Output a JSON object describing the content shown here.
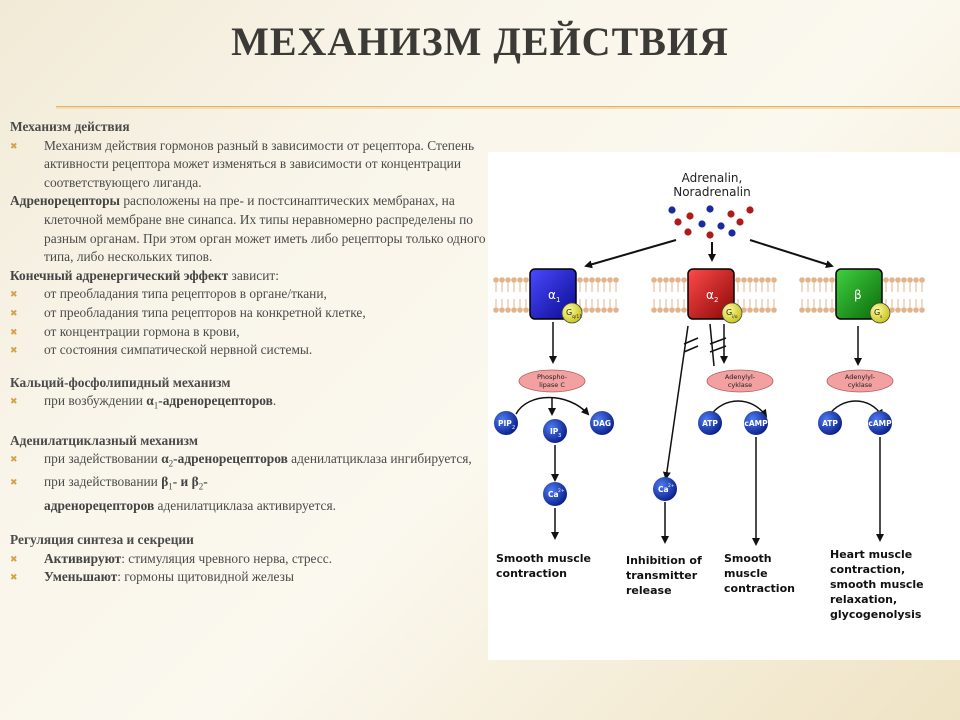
{
  "title": "МЕХАНИЗМ ДЕЙСТВИЯ",
  "left": {
    "s1_head": "Механизм действия",
    "s1_item": "Механизм действия гормонов разный в зависимости от рецептора. Степень активности рецептора может изменяться в зависимости от концентрации соответствующего лиганда.",
    "s2_bold": "Адренорецепторы",
    "s2_text": " расположены на пре- и постсинаптических мембранах, на клеточной мембране вне синапса. Их типы неравномерно распределены по разным органам. При этом орган может иметь либо рецепторы только одного типа, либо нескольких типов.",
    "s3_bold": "Конечный адренергический эффект",
    "s3_text": " зависит:",
    "s3_items": [
      " от преобладания типа рецепторов в органе/ткани,",
      "от преобладания типа рецепторов на конкретной клетке,",
      "от концентрации гормона в крови,",
      "от состояния симпатической нервной системы."
    ],
    "s4_head": "Кальций-фосфолипидный механизм",
    "s4_pre": "при возбуждении ",
    "s4_bold_a": "α",
    "s4_sub": "1",
    "s4_bold_b": "-адренорецепторов",
    "s4_post": ".",
    "s5_head": "Аденилатциклазный механизм",
    "s5_i1_pre": "при задействовании ",
    "s5_i1_bold_a": "α",
    "s5_i1_sub": "2",
    "s5_i1_bold_b": "-адренорецепторов",
    "s5_i1_post": " аденилатциклаза ингибируется,",
    "s5_i2_pre": "при задействовании ",
    "s5_i2_bold_a": "β",
    "s5_i2_sub_a": "1",
    "s5_i2_bold_b": "- и β",
    "s5_i2_sub_b": "2",
    "s5_i2_bold_c": "-",
    "s5_i2_bold_d": "адренорецепторов",
    "s5_i2_post": " аденилатциклаза активируется.",
    "s6_head": "Регуляция синтеза и секреции",
    "s6_i1_bold": "Активируют",
    "s6_i1_text": ": стимуляция чревного нерва, стресс.",
    "s6_i2_bold": "Уменьшают",
    "s6_i2_text": ": гормоны щитовидной железы"
  },
  "diagram": {
    "ligand_line1": "Adrenalin,",
    "ligand_line2": "Noradrenalin",
    "receptors": [
      {
        "label": "α",
        "sub": "1",
        "color": "#1a1ad0",
        "g_label": "G",
        "g_sub": "q/11"
      },
      {
        "label": "α",
        "sub": "2",
        "color": "#c81010",
        "g_label": "G",
        "g_sub": "i/o"
      },
      {
        "label": "β",
        "sub": "",
        "color": "#16a016",
        "g_label": "G",
        "g_sub": "s"
      }
    ],
    "enzymes": [
      {
        "line1": "Phospho-",
        "line2": "lipase C"
      },
      {
        "line1": "Adenylyl-",
        "line2": "cyklase"
      },
      {
        "line1": "Adenylyl-",
        "line2": "cyklase"
      }
    ],
    "molecules": {
      "pip2": "PIP",
      "pip2_sub": "2",
      "ip3": "IP",
      "ip3_sub": "3",
      "dag": "DAG",
      "ca1": "Ca",
      "ca1_sup": "2+",
      "ca2": "Ca",
      "ca2_sup": "2+",
      "atp1": "ATP",
      "camp1": "cAMP",
      "atp2": "ATP",
      "camp2": "cAMP"
    },
    "effects": {
      "e1": [
        "Smooth muscle",
        "contraction"
      ],
      "e2": [
        "Inhibition of",
        "transmitter",
        "release"
      ],
      "e3": [
        "Smooth",
        "muscle",
        "contraction"
      ],
      "e4": [
        "Heart muscle",
        "contraction,",
        "smooth muscle",
        "relaxation,",
        "glycogenolysis"
      ]
    },
    "colors": {
      "receptor_alpha1": "#1a1ad0",
      "receptor_alpha2": "#c81010",
      "receptor_beta": "#16a016",
      "molecule_blue": "#0d2fb0",
      "enzyme_pink": "#f2a0a0",
      "g_protein": "#e6e23a",
      "membrane": "#e2b48e"
    }
  }
}
